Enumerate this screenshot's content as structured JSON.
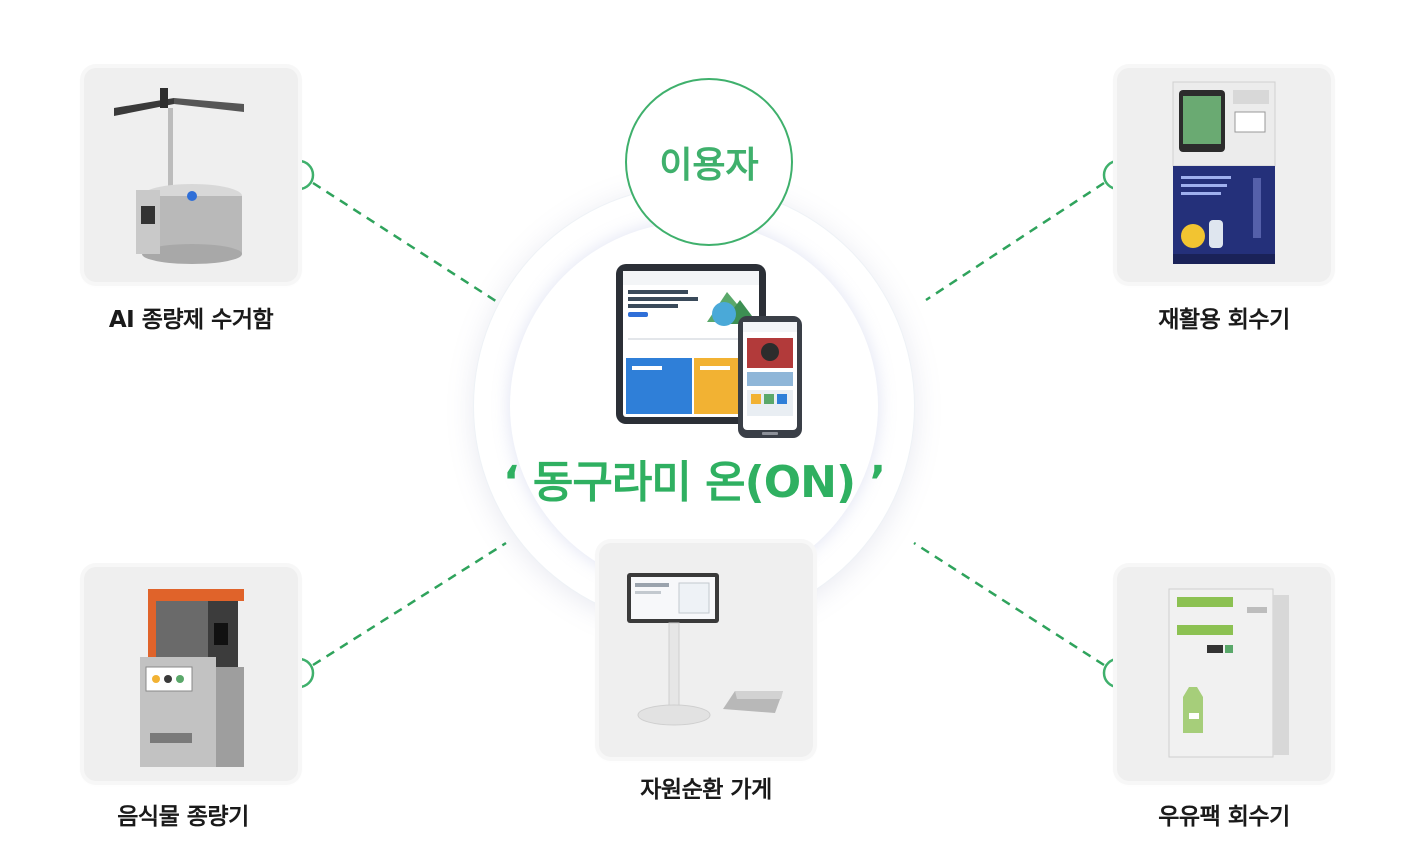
{
  "hub": {
    "user_label": "이용자",
    "brand_label": "‘ 동구라미 온(ON) ’"
  },
  "nodes": {
    "ai_bin": {
      "label": "AI 종량제 수거함"
    },
    "recycle": {
      "label": "재활용 회수기"
    },
    "food": {
      "label": "음식물 종량기"
    },
    "store": {
      "label": "자원순환 가게"
    },
    "milk": {
      "label": "우유팩 회수기"
    }
  },
  "colors": {
    "accent": "#3fb06c",
    "connector": "#2fa35c",
    "card_bg": "#efefef",
    "label_text": "#1a1a1a"
  },
  "connector_style": "dashed"
}
